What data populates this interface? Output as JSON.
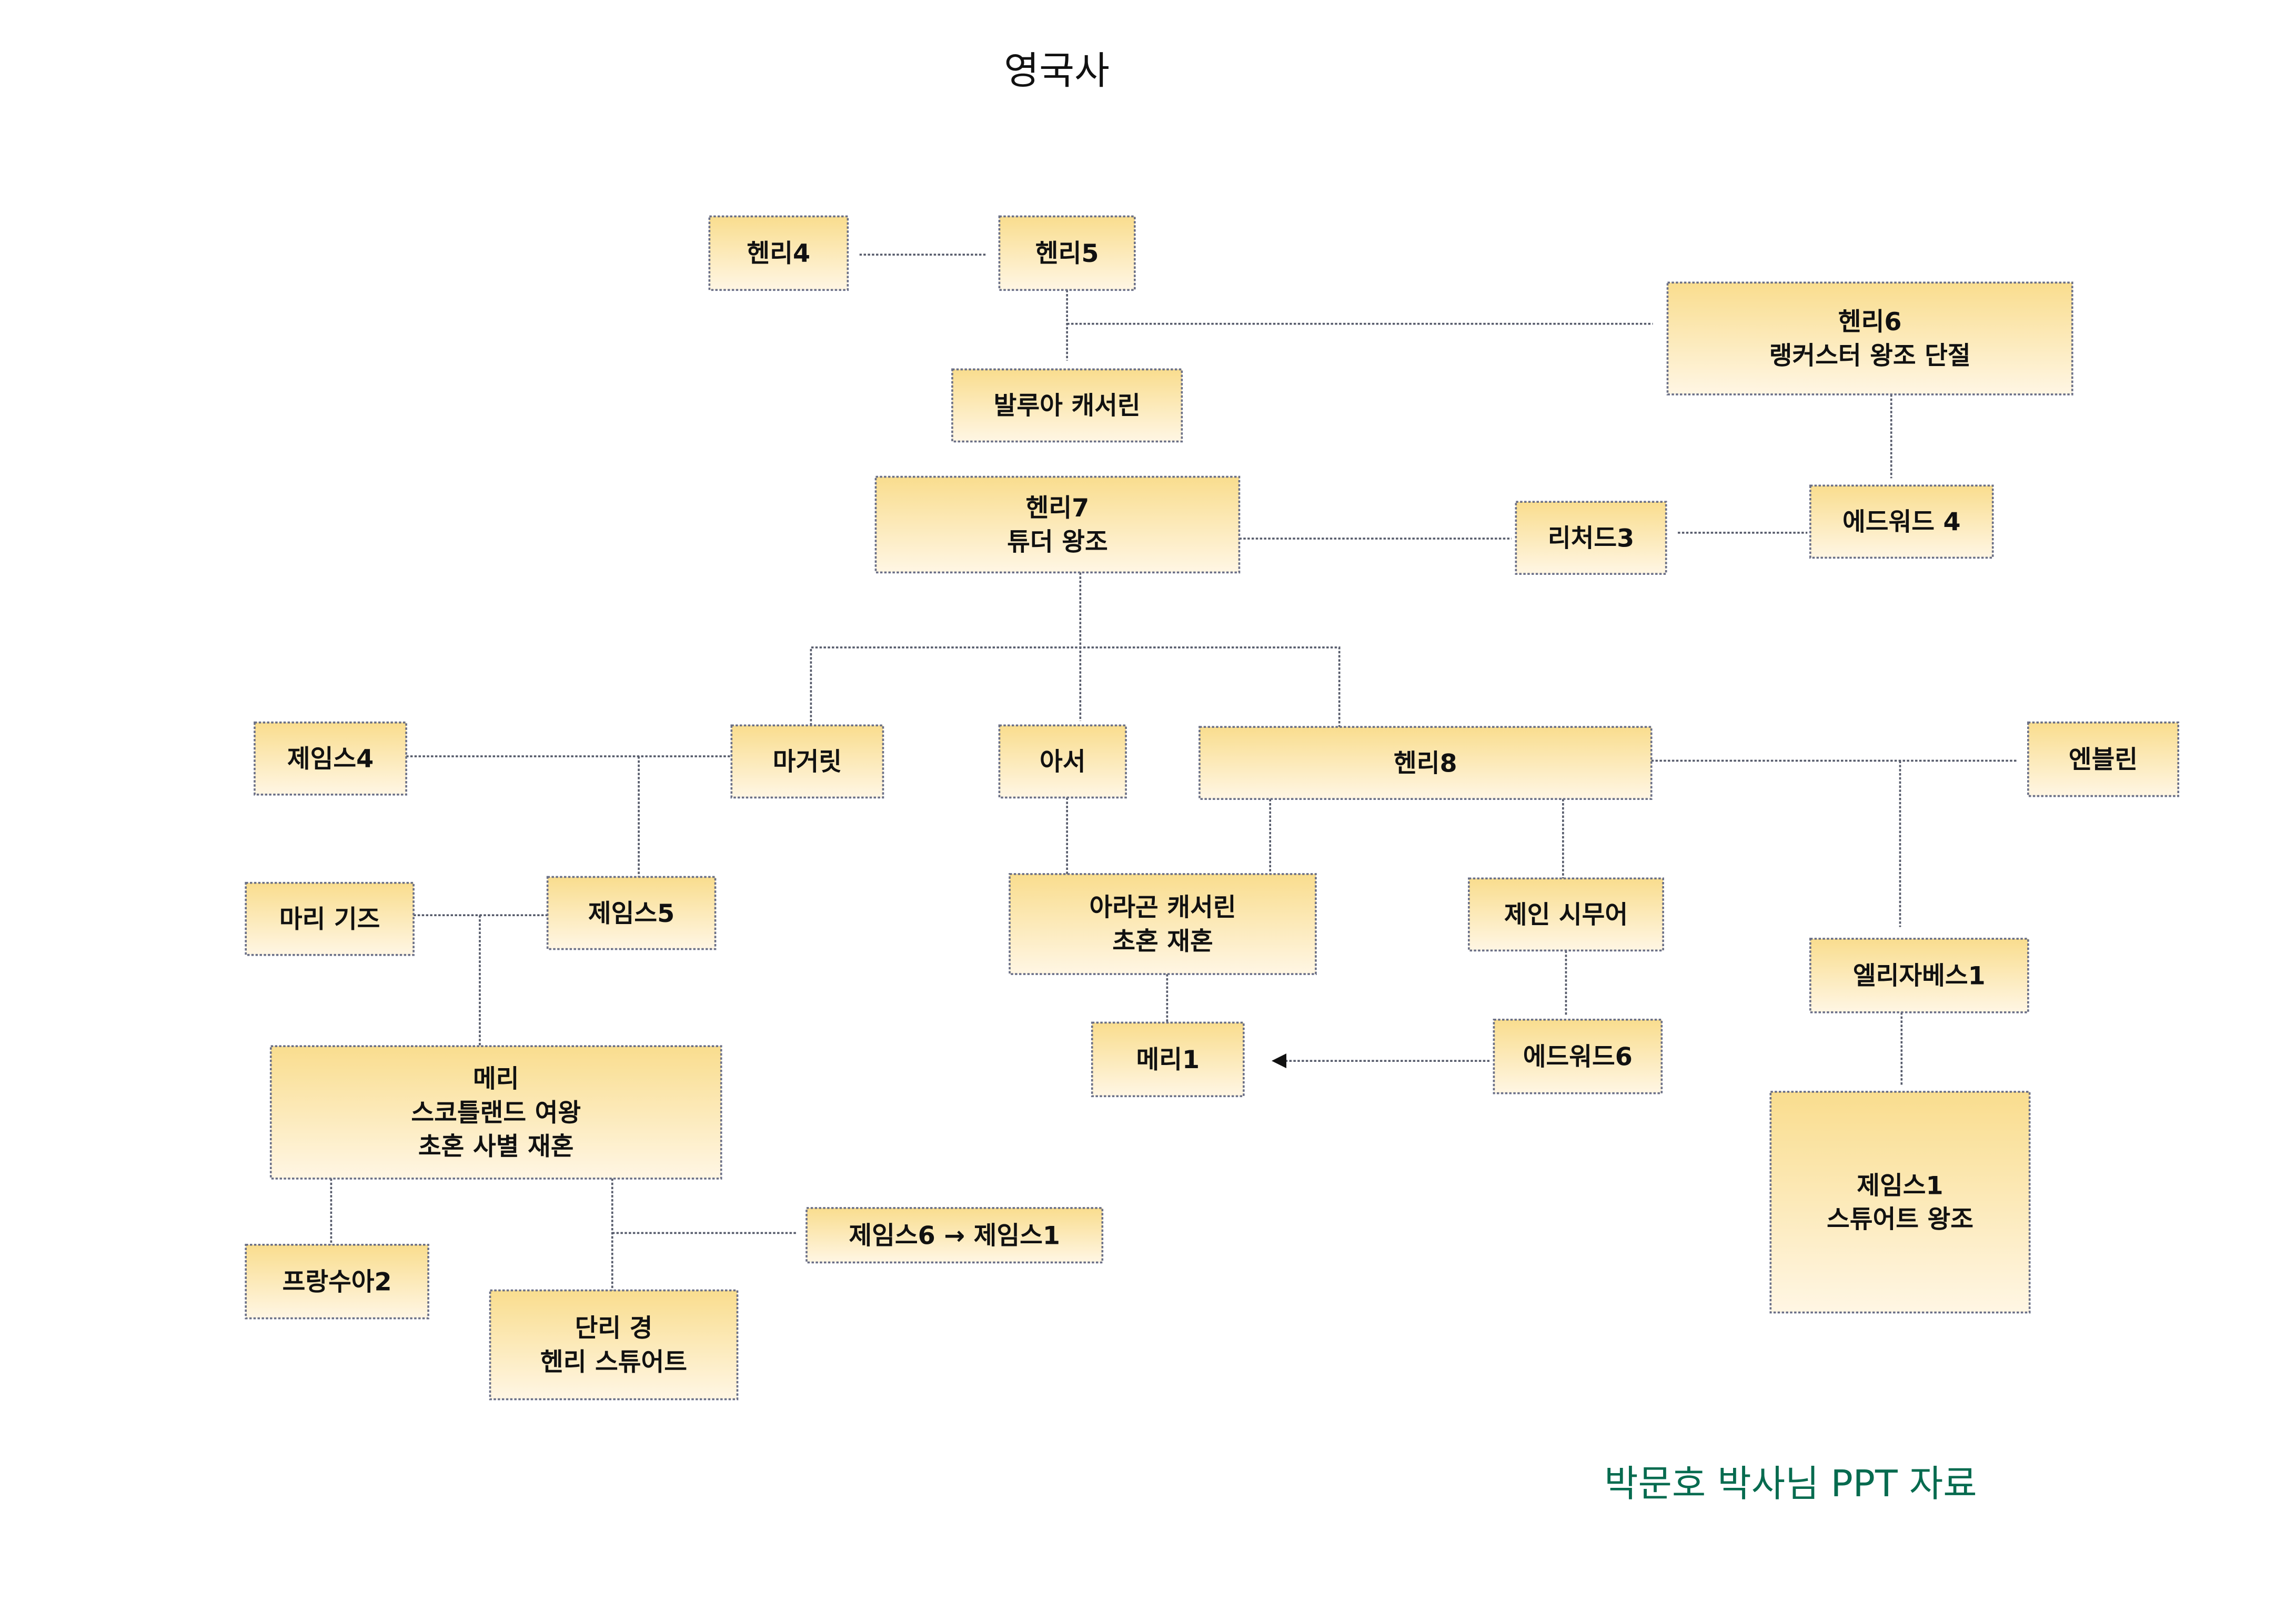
{
  "title": "영국사",
  "footer": {
    "text": "박문호 박사님 PPT 자료",
    "color": "#066b4f"
  },
  "colors": {
    "box_top": "#f9dd8e",
    "box_bottom": "#fff6e4",
    "border": "#6a6f86"
  },
  "nodes": [
    {
      "id": "henry4",
      "lines": [
        "헨리4"
      ]
    },
    {
      "id": "henry5",
      "lines": [
        "헨리5"
      ]
    },
    {
      "id": "henry6",
      "lines": [
        "헨리6",
        "랭커스터 왕조 단절"
      ]
    },
    {
      "id": "catherine-valois",
      "lines": [
        "발루아 캐서린"
      ]
    },
    {
      "id": "henry7",
      "lines": [
        "헨리7",
        "튜더 왕조"
      ]
    },
    {
      "id": "richard3",
      "lines": [
        "리처드3"
      ]
    },
    {
      "id": "edward4",
      "lines": [
        "에드워드 4"
      ]
    },
    {
      "id": "james4",
      "lines": [
        "제임스4"
      ]
    },
    {
      "id": "margaret",
      "lines": [
        "마거릿"
      ]
    },
    {
      "id": "arthur",
      "lines": [
        "아서"
      ]
    },
    {
      "id": "henry8",
      "lines": [
        "헨리8"
      ]
    },
    {
      "id": "anne-boleyn",
      "lines": [
        "엔블린"
      ]
    },
    {
      "id": "mary-guise",
      "lines": [
        "마리 기즈"
      ]
    },
    {
      "id": "james5",
      "lines": [
        "제임스5"
      ]
    },
    {
      "id": "catherine-aragon",
      "lines": [
        "아라곤 캐서린",
        "초혼 재혼"
      ]
    },
    {
      "id": "jane-seymour",
      "lines": [
        "제인 시무어"
      ]
    },
    {
      "id": "elizabeth1",
      "lines": [
        "엘리자베스1"
      ]
    },
    {
      "id": "mary1",
      "lines": [
        "메리1"
      ]
    },
    {
      "id": "edward6",
      "lines": [
        "에드워드6"
      ]
    },
    {
      "id": "mary-scots",
      "lines": [
        "메리",
        "스코틀랜드 여왕",
        "초혼 사별 재혼"
      ]
    },
    {
      "id": "james1",
      "lines": [
        "제임스1",
        "스튜어트 왕조"
      ]
    },
    {
      "id": "francis2",
      "lines": [
        "프랑수아2"
      ]
    },
    {
      "id": "james6",
      "lines": [
        "제임스6 → 제임스1"
      ]
    },
    {
      "id": "darnley",
      "lines": [
        "단리 경",
        "헨리 스튜어트"
      ]
    }
  ]
}
